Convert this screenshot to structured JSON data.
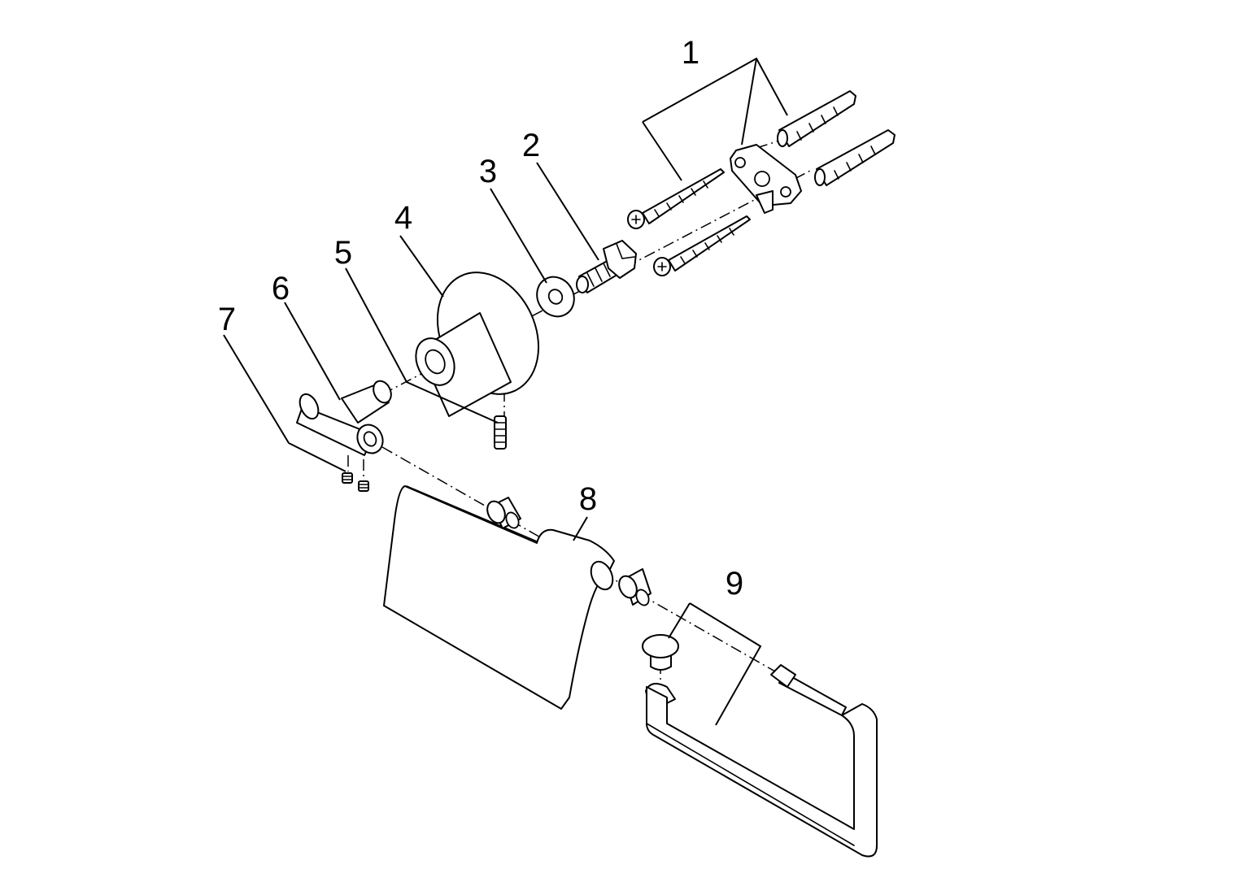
{
  "diagram": {
    "style": "exploded-view line drawing",
    "line_color": "#000000",
    "background": "#ffffff",
    "labels": [
      "1",
      "2",
      "3",
      "4",
      "5",
      "6",
      "7",
      "8",
      "9"
    ]
  }
}
